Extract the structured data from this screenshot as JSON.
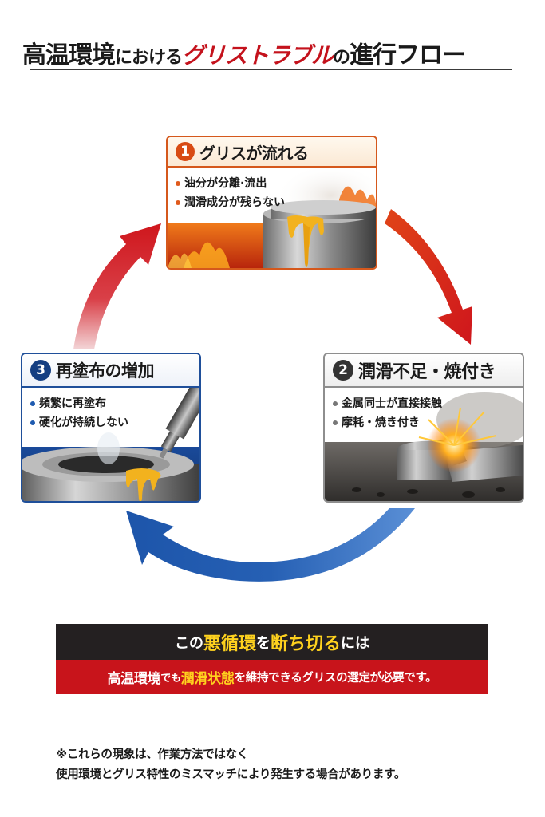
{
  "title": {
    "part1": "高温環境",
    "part2": "における",
    "part3": "グリストラブル",
    "part4": "の",
    "part5": "進行フロー"
  },
  "steps": [
    {
      "number": "1",
      "title": "グリスが流れる",
      "bullets": [
        "油分が分離·流出",
        "潤滑成分が残らない"
      ],
      "theme": "fire",
      "accent_color": "#d5581c"
    },
    {
      "number": "2",
      "title": "潤滑不足・焼付き",
      "bullets": [
        "金属同士が直接接触",
        "摩耗・焼き付き"
      ],
      "theme": "metal-sparks",
      "accent_color": "#333333"
    },
    {
      "number": "3",
      "title": "再塗布の増加",
      "bullets": [
        "頻繁に再塗布",
        "硬化が持続しない"
      ],
      "theme": "grease-gun",
      "accent_color": "#153f82"
    }
  ],
  "arrows": [
    {
      "from": "1",
      "to": "2",
      "color": "#d41c1c",
      "icon": "curved-arrow-icon"
    },
    {
      "from": "2",
      "to": "3",
      "color": "#1f5bb0",
      "icon": "curved-arrow-icon"
    },
    {
      "from": "3",
      "to": "1",
      "color": "#d41c1c",
      "icon": "curved-arrow-icon"
    }
  ],
  "banner": {
    "top": {
      "p1": "この",
      "p2": "悪循環",
      "p3": "を",
      "p4": "断ち切る",
      "p5": "には"
    },
    "bottom": {
      "p1": "高温環境",
      "p2": "でも",
      "p3": "潤滑状態",
      "p4": "を維持できるグリスの選定が必要です。"
    }
  },
  "note": {
    "line1": "※これらの現象は、作業方法ではなく",
    "line2": "使用環境とグリス特性のミスマッチにより発生する場合があります。"
  }
}
